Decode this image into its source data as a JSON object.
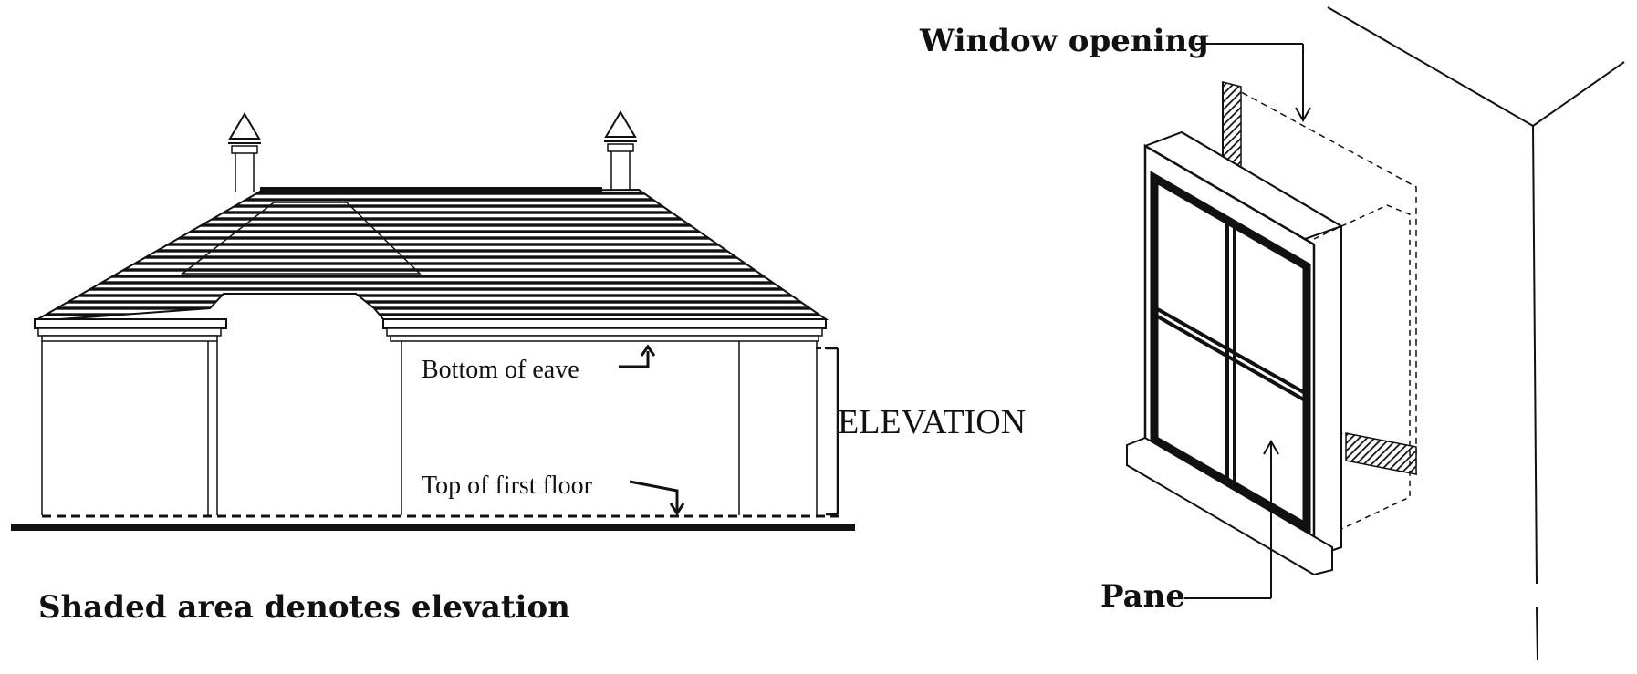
{
  "house_diagram": {
    "bottom_of_eave_label": "Bottom of eave",
    "top_of_first_floor_label": "Top of first floor",
    "elevation_label": "ELEVATION",
    "caption": "Shaded area denotes elevation"
  },
  "window_diagram": {
    "window_opening_label": "Window opening",
    "pane_label": "Pane"
  },
  "colors": {
    "ink": "#111111",
    "paper": "#ffffff"
  }
}
